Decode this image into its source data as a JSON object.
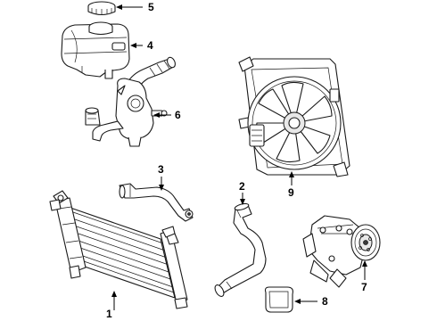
{
  "diagram": {
    "callouts": [
      {
        "id": "part-5",
        "label": "5"
      },
      {
        "id": "part-4",
        "label": "4"
      },
      {
        "id": "part-6",
        "label": "6"
      },
      {
        "id": "part-9",
        "label": "9"
      },
      {
        "id": "part-3",
        "label": "3"
      },
      {
        "id": "part-2",
        "label": "2"
      },
      {
        "id": "part-1",
        "label": "1"
      },
      {
        "id": "part-7",
        "label": "7"
      },
      {
        "id": "part-8",
        "label": "8"
      }
    ]
  }
}
